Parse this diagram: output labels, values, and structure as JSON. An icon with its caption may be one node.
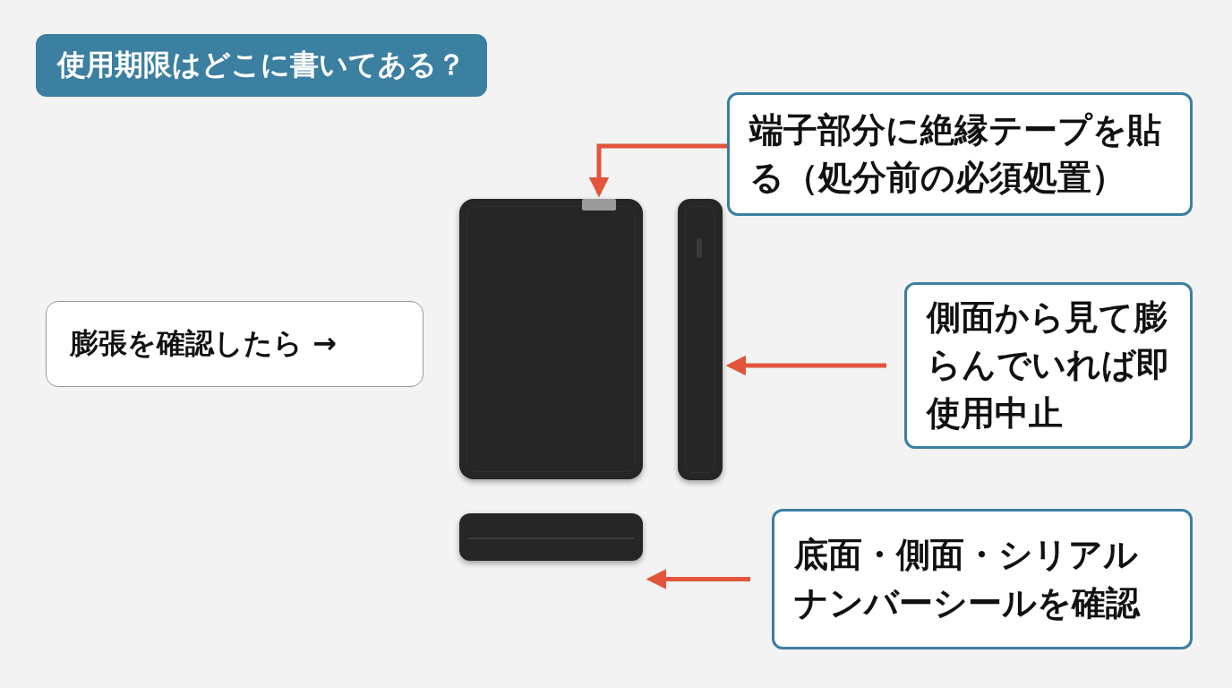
{
  "diagram": {
    "title": "使用期限はどこに書いてある？",
    "nodes": [
      {
        "text": [
          "端子部分に絶縁テープを貼る（処分前の必須処置）"
        ]
      },
      {
        "text": [],
        "shape": "picture"
      },
      {
        "text": [],
        "shape": "bar",
        "in": 1
      },
      {
        "text": [],
        "shape": "picture"
      },
      {
        "text": [
          "膨張を確認したら →"
        ]
      },
      {
        "text": [
          "側面から見て膨らんでいれば即使用中止"
        ]
      },
      {
        "text": [],
        "shape": "picture"
      },
      {
        "text": [
          "底面・側面・シリアルナンバーシールを確認"
        ]
      }
    ],
    "edges": [
      {
        "from": 0,
        "to": 2,
        "arrow": "to"
      },
      {
        "from": 5,
        "to": 3,
        "arrow": "to"
      },
      {
        "from": 7,
        "to": 6,
        "arrow": "to"
      }
    ]
  }
}
